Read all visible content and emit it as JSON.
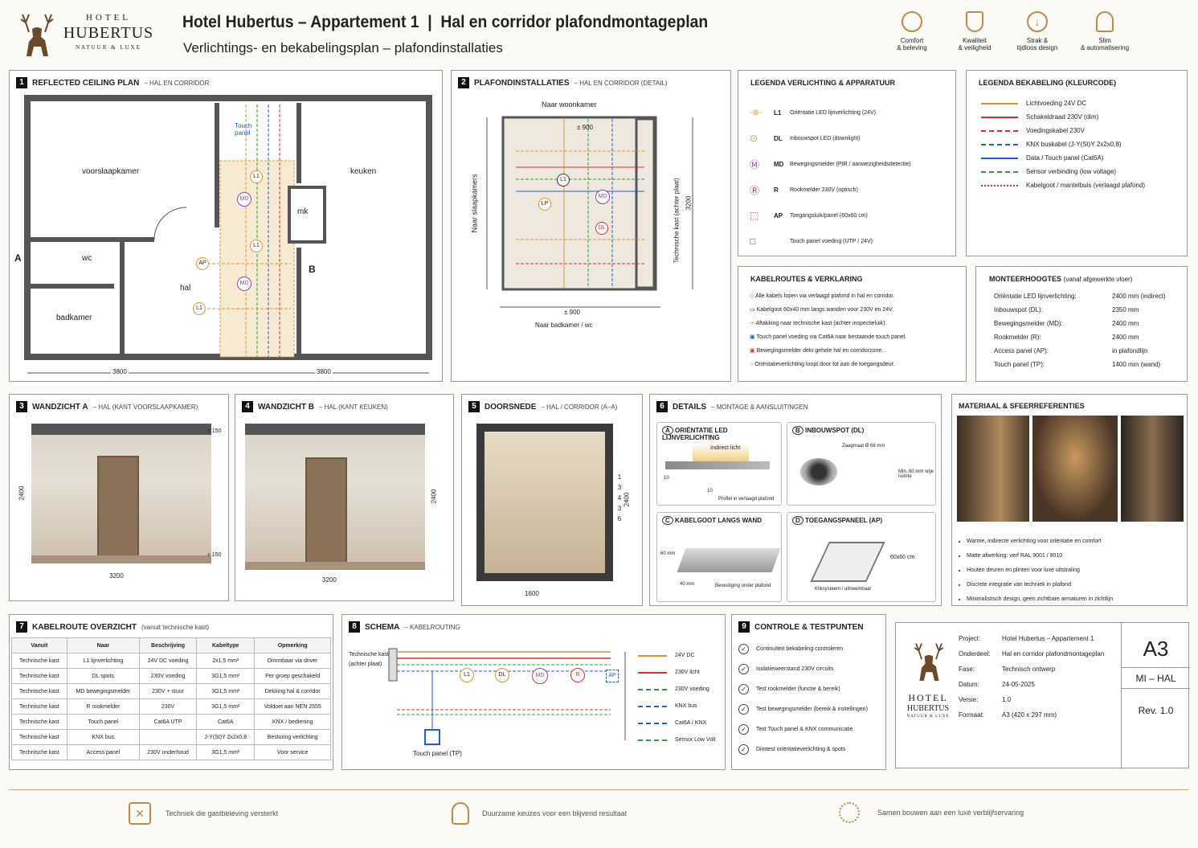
{
  "brand": {
    "hotel": "HOTEL",
    "name": "HUBERTUS",
    "tag": "NATUUR & LUXE"
  },
  "header": {
    "title": "Hotel Hubertus – Appartement 1  |  Hal en corridor plafondmontageplan",
    "subtitle": "Verlichtings- en bekabelingsplan – plafondinstallaties"
  },
  "features": [
    {
      "icon": "comfort-icon",
      "l1": "Comfort",
      "l2": "& beleving"
    },
    {
      "icon": "shield-check-icon",
      "l1": "Kwaliteit",
      "l2": "& veiligheid"
    },
    {
      "icon": "arrow-down-circle-icon",
      "l1": "Strak &",
      "l2": "tijdloos design"
    },
    {
      "icon": "smart-person-icon",
      "l1": "Slim",
      "l2": "& automatisering"
    }
  ],
  "p1": {
    "num": "1",
    "title": "REFLECTED CEILING PLAN",
    "sub": "– HAL EN CORRIDOR",
    "rooms": {
      "voor": "voorslaapkamer",
      "keuken": "keuken",
      "wc": "wc",
      "bad": "badkamer",
      "hal": "hal",
      "mk": "mk",
      "touch": "Touch panel"
    },
    "markA": "A",
    "markB": "B",
    "dim1": "3800",
    "dim2": "3800",
    "symbols": {
      "l1": "L1",
      "md": "MD",
      "l1b": "L1",
      "md2": "MD",
      "ap": "AP",
      "l1c": "L1"
    }
  },
  "p2": {
    "num": "2",
    "title": "PLAFONDINSTALLATIES",
    "sub": "– HAL EN CORRIDOR (DETAIL)",
    "top": "Naar woonkamer",
    "left": "Naar slaapkamers",
    "right": "Technische kast (achter plaat)",
    "bottom": "Naar badkamer / wc",
    "d1": "± 900",
    "d2": "± 900",
    "d3": "3200",
    "s": {
      "l1": "L1",
      "lp": "LP",
      "md": "MD",
      "dl": "DL"
    }
  },
  "legend1": {
    "title": "LEGENDA VERLICHTING & APPARATUUR",
    "items": [
      {
        "code": "L1",
        "text": "Oriëntatie LED lijnverlichting (24V)",
        "color": "#e0962a"
      },
      {
        "code": "DL",
        "text": "Inbouwspot LED (downlight)",
        "color": "#e0962a"
      },
      {
        "code": "MD",
        "text": "Bewegingsmelder (PIR / aanwezigheidsdetectie)",
        "color": "#8e44ad"
      },
      {
        "code": "R",
        "text": "Rookmelder 230V (optisch)",
        "color": "#d9302c"
      },
      {
        "code": "AP",
        "text": "Toegangsluik/panel (60x60 cm)",
        "color": "#d9302c"
      },
      {
        "code": "",
        "text": "Touch panel voeding (UTP / 24V)",
        "color": "#1f5fd6"
      }
    ]
  },
  "legend2": {
    "title": "LEGENDA BEKABELING (KLEURCODE)",
    "items": [
      {
        "text": "Lichtvoeding 24V DC",
        "color": "#d4943a",
        "style": "solid"
      },
      {
        "text": "Schakeldraad 230V (dim)",
        "color": "#d9302c",
        "style": "solid"
      },
      {
        "text": "Voedingskabel 230V",
        "color": "#d9302c",
        "style": "dashed"
      },
      {
        "text": "KNX buskabel (J-Y(St)Y 2x2x0,8)",
        "color": "#1f5fd6",
        "style": "dashed"
      },
      {
        "text": "Data / Touch panel (Cat6A)",
        "color": "#1f5fd6",
        "style": "solid"
      },
      {
        "text": "Sensor verbinding (low voltage)",
        "color": "#2e9e3a",
        "style": "dashed"
      },
      {
        "text": "Kabelgoot / mantelbuis (verlaagd plafond)",
        "color": "#d9302c",
        "style": "dotted"
      }
    ]
  },
  "routes": {
    "title": "KABELROUTES & VERKLARING",
    "items": [
      {
        "icon": "purple-diamond-icon",
        "text": "Alle kabels lopen via verlaagd plafond in hal en corridor."
      },
      {
        "icon": "tray-icon",
        "text": "Kabelgoot 60x40 mm langs wanden voor 230V en 24V."
      },
      {
        "icon": "branch-icon",
        "text": "Aftakking naar technische kast (achter inspectieluik)."
      },
      {
        "icon": "blue-square-icon",
        "text": "Touch panel voeding via Cat6A naar bestaande touch panel."
      },
      {
        "icon": "red-square-icon",
        "text": "Bewegingsmelder dekt gehele hal en corridorzone."
      },
      {
        "icon": "green-circle-icon",
        "text": "Oriëntatieverlichting loopt door tot aan de toegangsdeur."
      }
    ]
  },
  "heights": {
    "title": "MONTEERHOOGTES",
    "sub": "(vanaf afgewerkte vloer)",
    "rows": [
      {
        "k": "Oriëntatie LED lijnverlichting:",
        "v": "2400 mm (indirect)"
      },
      {
        "k": "Inbouwspot (DL):",
        "v": "2350 mm"
      },
      {
        "k": "Bewegingsmelder (MD):",
        "v": "2400 mm"
      },
      {
        "k": "Rookmelder (R):",
        "v": "2400 mm"
      },
      {
        "k": "Access panel (AP):",
        "v": "in plafondlijn"
      },
      {
        "k": "Touch panel (TP):",
        "v": "1400 mm (wand)"
      }
    ]
  },
  "p3": {
    "num": "3",
    "title": "WANDZICHT A",
    "sub": "– HAL (KANT VOORSLAAPKAMER)",
    "h": "2400",
    "w": "3200",
    "t": "± 150",
    "b": "± 150"
  },
  "p4": {
    "num": "4",
    "title": "WANDZICHT B",
    "sub": "– HAL (KANT KEUKEN)",
    "h": "2400",
    "w": "3200"
  },
  "p5": {
    "num": "5",
    "title": "DOORSNEDE",
    "sub": "– HAL / CORRIDOR (A–A)",
    "h": "2400",
    "w": "1600",
    "marks": [
      "1",
      "3",
      "4",
      "3",
      "6"
    ]
  },
  "p6": {
    "num": "6",
    "title": "DETAILS",
    "sub": "– MONTAGE & AANSLUITINGEN",
    "a": {
      "l": "A",
      "t": "ORIËNTATIE LED LIJNVERLICHTING",
      "n1": "Indirect licht",
      "n2": "Profiel in verlaagd plafond",
      "d1": "10",
      "d2": "10"
    },
    "b": {
      "l": "B",
      "t": "INBOUWSPOT (DL)",
      "n1": "Zaagmaat Ø 68 mm",
      "n2": "Min. 60 mm vrije ruimte"
    },
    "c": {
      "l": "C",
      "t": "KABELGOOT LANGS WAND",
      "n1": "60 mm",
      "n2": "40 mm",
      "n3": "Bevestiging onder plafond"
    },
    "d": {
      "l": "D",
      "t": "TOEGANGSPANEEL (AP)",
      "n1": "60x60 cm",
      "n2": "Kliksysteem / uitneembaar"
    }
  },
  "materials": {
    "title": "MATERIAAL & SFEERREFERENTIES",
    "items": [
      "Warme, indirecte verlichting voor oriëntatie en comfort",
      "Matte afwerking: verf RAL 9001 / 9010",
      "Houten deuren en plinten voor luxe uitstraling",
      "Discrete integratie van techniek in plafond",
      "Minimalistisch design, geen zichtbare armaturen in zichtlijn"
    ]
  },
  "p7": {
    "num": "7",
    "title": "KABELROUTE OVERZICHT",
    "sub": "(vanuit technische kast)",
    "cols": [
      "Vanuit",
      "Naar",
      "Beschrijving",
      "Kabeltype",
      "Opmerking"
    ],
    "rows": [
      [
        "Technische kast",
        "L1 lijnverlichting",
        "24V DC voeding",
        "2x1,5 mm²",
        "Dimmbaar via driver"
      ],
      [
        "Technische kast",
        "DL spots",
        "230V voeding",
        "3G1,5 mm²",
        "Per groep geschakeld"
      ],
      [
        "Technische kast",
        "MD bewegingsmelder",
        "230V + stuur",
        "3G1,5 mm²",
        "Dekking hal & corridor"
      ],
      [
        "Technische kast",
        "R rookmelder",
        "230V",
        "3G1,5 mm²",
        "Voldoet aan NEN 2555"
      ],
      [
        "Technische kast",
        "Touch panel",
        "Cat6A UTP",
        "Cat6A",
        "KNX / bediening"
      ],
      [
        "Technische kast",
        "KNX bus",
        "",
        "J-Y(St)Y 2x2x0,8",
        "Besturing verlichting"
      ],
      [
        "Technische kast",
        "Access panel",
        "230V onderhoud",
        "3G1,5 mm²",
        "Voor service"
      ]
    ]
  },
  "p8": {
    "num": "8",
    "title": "SCHEMA",
    "sub": "– KABELROUTING",
    "src": "Technische kast (achter plaat)",
    "tp": "Touch panel (TP)",
    "nodes": [
      "L1",
      "DL",
      "MD",
      "R",
      "AP"
    ],
    "legend": [
      {
        "t": "24V DC",
        "c": "#d4943a",
        "s": "solid"
      },
      {
        "t": "230V licht",
        "c": "#d9302c",
        "s": "solid"
      },
      {
        "t": "230V voeding",
        "c": "#2e9e3a",
        "s": "dashed"
      },
      {
        "t": "KNX bus",
        "c": "#1f5fd6",
        "s": "dashed"
      },
      {
        "t": "Cat6A / KNX",
        "c": "#1f5fd6",
        "s": "dashed"
      },
      {
        "t": "Sensor Low Volt",
        "c": "#2e9e3a",
        "s": "dashed"
      }
    ]
  },
  "p9": {
    "num": "9",
    "title": "CONTROLE & TESTPUNTEN",
    "items": [
      "Continuïteit bekabeling controleren",
      "Isolatieweerstand 230V circuits",
      "Test rookmelder (functie & bereik)",
      "Test bewegingsmelder (bereik & instellingen)",
      "Test Touch panel & KNX communicatie",
      "Dimtest oriëntatieverlichting & spots"
    ]
  },
  "titleblock": {
    "rows": [
      {
        "k": "Project:",
        "v": "Hotel Hubertus – Appartement 1"
      },
      {
        "k": "Onderdeel:",
        "v": "Hal en corridor plafondmontageplan"
      },
      {
        "k": "Fase:",
        "v": "Technisch ontwerp"
      },
      {
        "k": "Datum:",
        "v": "24-05-2025"
      },
      {
        "k": "Versie:",
        "v": "1.0"
      },
      {
        "k": "Formaat:",
        "v": "A3 (420 x 297 mm)"
      }
    ],
    "size": "A3",
    "code": "MI – HAL",
    "rev": "Rev. 1.0"
  },
  "footer": [
    {
      "icon": "tools-icon",
      "text": "Techniek die gastbeleving versterkt"
    },
    {
      "icon": "lightbulb-icon",
      "text": "Duurzame keuzes voor een blijvend resultaat"
    },
    {
      "icon": "gear-hand-icon",
      "text": "Samen bouwen aan een luxe verblijfservaring"
    }
  ],
  "colors": {
    "gold": "#b8863b",
    "orange": "#e0962a",
    "red": "#d9302c",
    "blue": "#1f5fd6",
    "green": "#2e9e3a",
    "purple": "#8e44ad"
  }
}
